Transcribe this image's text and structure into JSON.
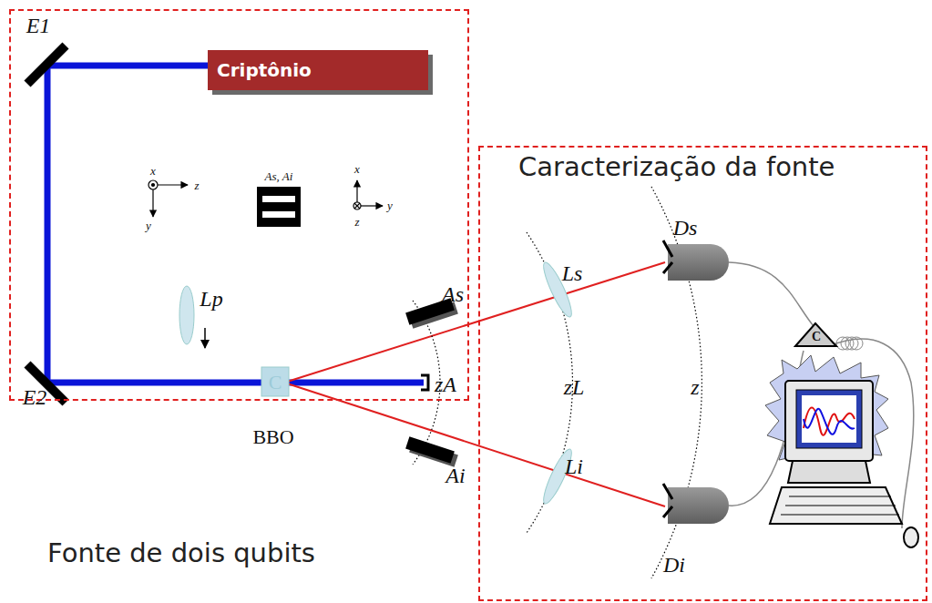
{
  "diagram": {
    "nodes": [
      {
        "text": [
          "Fonte de dois qubits"
        ]
      },
      {
        "text": [
          "Caracterização da fonte"
        ]
      },
      {
        "text": [
          "Criptônio"
        ],
        "in": 0
      }
    ],
    "labels": [
      "E1",
      "E2",
      "Lp",
      "BBO",
      "C",
      "As",
      "Ai",
      "zA",
      "zL",
      "z",
      "Ls",
      "Li",
      "Ds",
      "Di",
      "x",
      "z",
      "y",
      "As, Ai",
      "x",
      "z",
      "y",
      "C"
    ]
  }
}
